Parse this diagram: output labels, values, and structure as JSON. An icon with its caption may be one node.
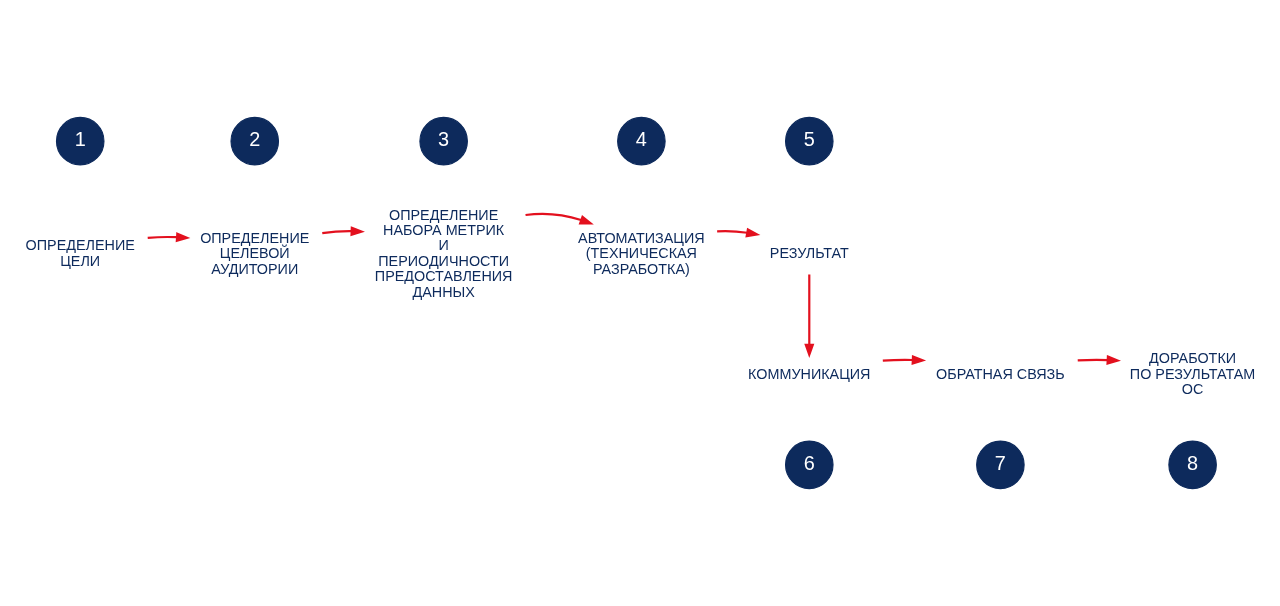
{
  "diagram": {
    "nodes": [
      {
        "text": [
          "1"
        ]
      },
      {
        "text": [
          "2"
        ]
      },
      {
        "text": [
          "3"
        ]
      },
      {
        "text": [
          "4"
        ]
      },
      {
        "text": [
          "5"
        ]
      },
      {
        "text": [
          "ОПРЕДЕЛЕНИЕ ЦЕЛИ"
        ]
      },
      {
        "text": [
          "ОПРЕДЕЛЕНИЕ ЦЕЛЕВОЙ АУДИТОРИИ"
        ]
      },
      {
        "text": [
          "ОПРЕДЕЛЕНИЕ НАБОРА МЕТРИК И ПЕРИОДИЧНОСТИ ПРЕДОСТАВЛЕНИЯ ДАННЫХ"
        ]
      },
      {
        "text": [
          "АВТОМАТИЗАЦИЯ (ТЕХНИЧЕСКАЯ РАЗРАБОТКА)"
        ]
      },
      {
        "text": [
          "РЕЗУЛЬТАТ"
        ]
      },
      {
        "text": [
          "КОММУНИКАЦИЯ"
        ]
      },
      {
        "text": [
          "ОБРАТНАЯ СВЯЗЬ"
        ]
      },
      {
        "text": [
          "ДОРАБОТКИ",
          "ПО РЕЗУЛЬТАТАМ ОС"
        ]
      },
      {
        "text": [
          "6"
        ]
      },
      {
        "text": [
          "7"
        ]
      },
      {
        "text": [
          "8"
        ]
      }
    ],
    "edges": [
      {
        "from": 5,
        "to": 6,
        "arrow": "to"
      },
      {
        "from": 6,
        "to": 7,
        "arrow": "to"
      },
      {
        "from": 7,
        "to": 8,
        "arrow": "to"
      },
      {
        "from": 8,
        "to": 9,
        "arrow": "to"
      },
      {
        "from": 9,
        "to": 10,
        "arrow": "to"
      },
      {
        "from": 10,
        "to": 11,
        "arrow": "to"
      },
      {
        "from": 11,
        "to": 12,
        "arrow": "to"
      }
    ]
  }
}
